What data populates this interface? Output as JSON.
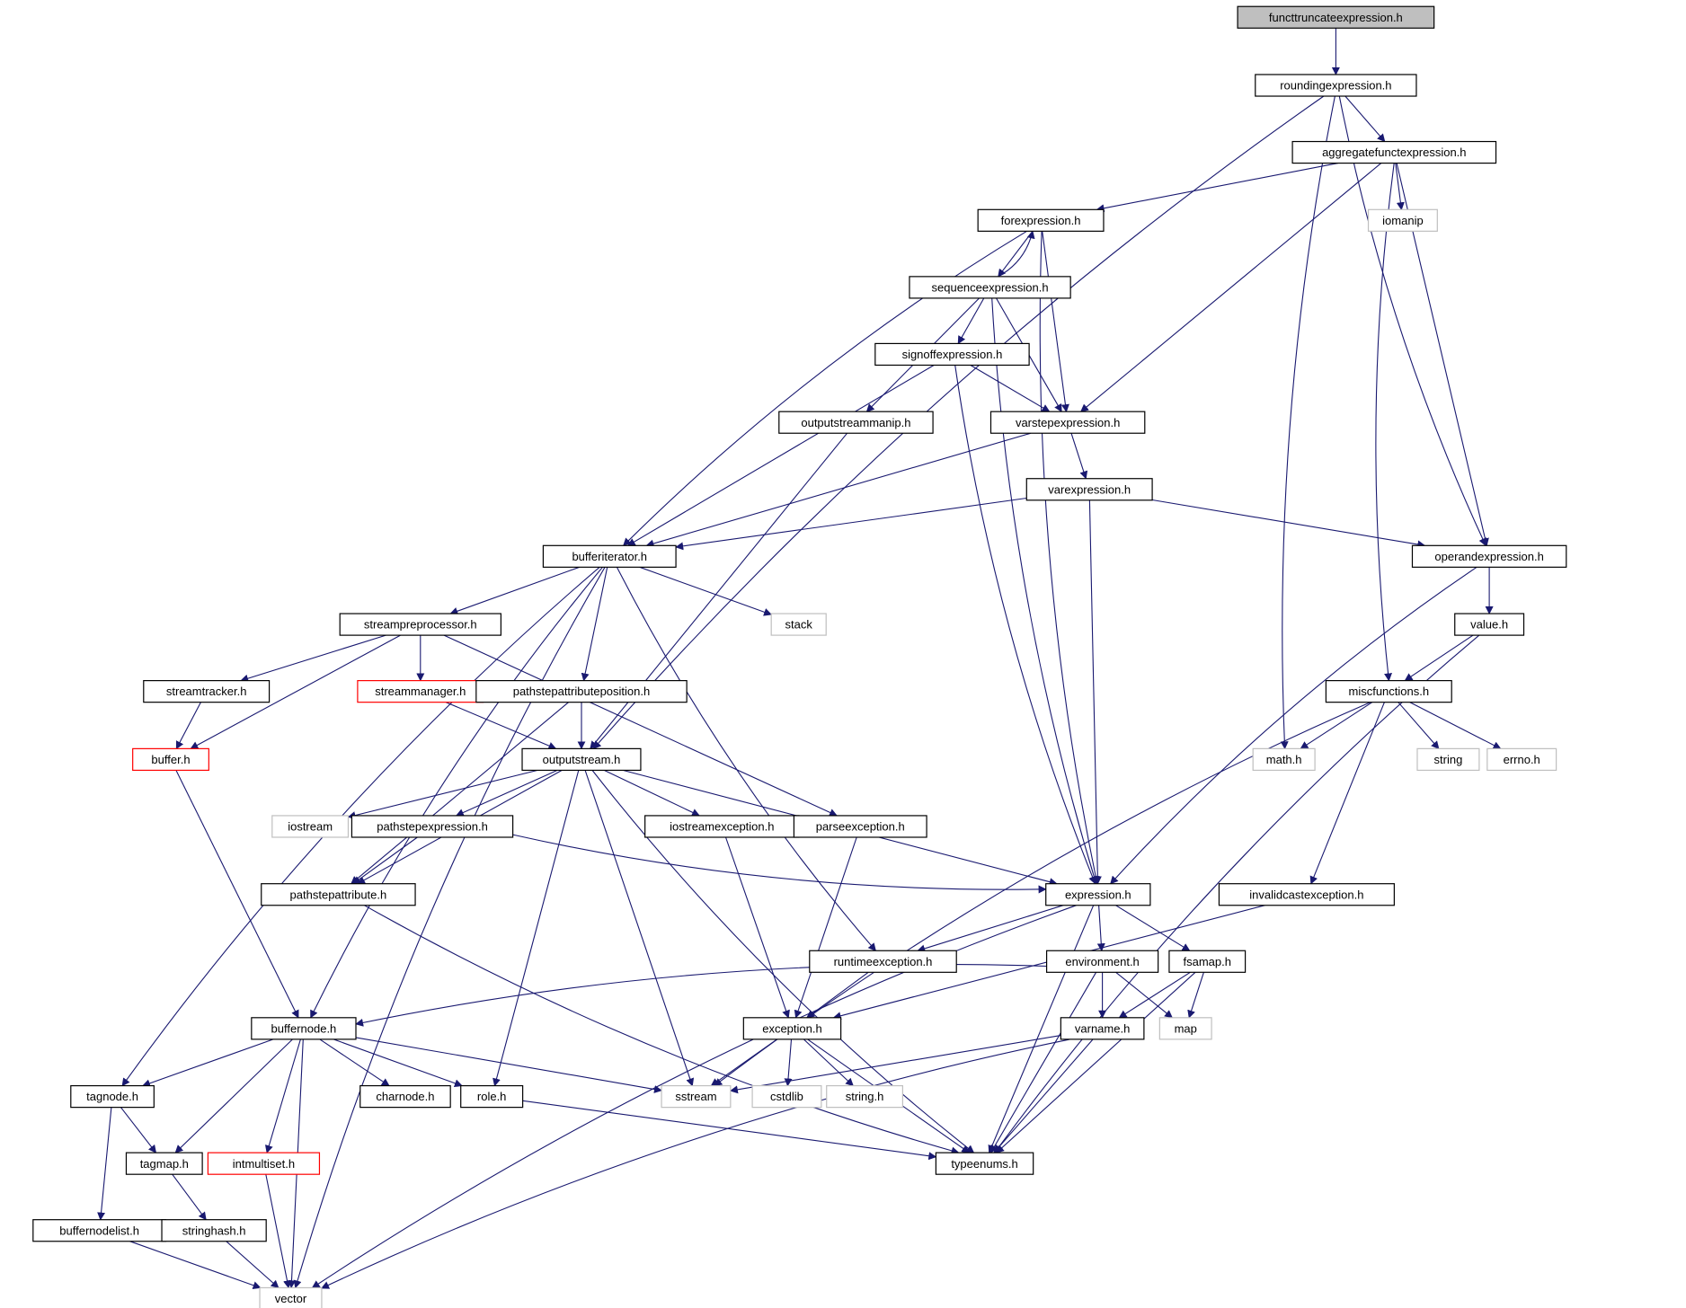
{
  "colors": {
    "edge": "#191970",
    "node_border": "#000000",
    "root_fill": "#bfbfbf",
    "system_border": "#bfbfbf",
    "missing_border": "#ff0000"
  },
  "nodes": [
    {
      "id": "functtruncateexpression",
      "label": "functtruncateexpression.h",
      "kind": "root"
    },
    {
      "id": "roundingexpression",
      "label": "roundingexpression.h",
      "kind": "local"
    },
    {
      "id": "aggregatefunctexpression",
      "label": "aggregatefunctexpression.h",
      "kind": "local"
    },
    {
      "id": "forexpression",
      "label": "forexpression.h",
      "kind": "local"
    },
    {
      "id": "iomanip",
      "label": "iomanip",
      "kind": "system"
    },
    {
      "id": "sequenceexpression",
      "label": "sequenceexpression.h",
      "kind": "local"
    },
    {
      "id": "signoffexpression",
      "label": "signoffexpression.h",
      "kind": "local"
    },
    {
      "id": "outputstreammanip",
      "label": "outputstreammanip.h",
      "kind": "local"
    },
    {
      "id": "varstepexpression",
      "label": "varstepexpression.h",
      "kind": "local"
    },
    {
      "id": "varexpression",
      "label": "varexpression.h",
      "kind": "local"
    },
    {
      "id": "bufferiterator",
      "label": "bufferiterator.h",
      "kind": "local"
    },
    {
      "id": "operandexpression",
      "label": "operandexpression.h",
      "kind": "local"
    },
    {
      "id": "streampreprocessor",
      "label": "streampreprocessor.h",
      "kind": "local"
    },
    {
      "id": "stack",
      "label": "stack",
      "kind": "system"
    },
    {
      "id": "value",
      "label": "value.h",
      "kind": "local"
    },
    {
      "id": "streamtracker",
      "label": "streamtracker.h",
      "kind": "local"
    },
    {
      "id": "streammanager",
      "label": "streammanager.h",
      "kind": "missing"
    },
    {
      "id": "pathstepattributeposition",
      "label": "pathstepattributeposition.h",
      "kind": "local"
    },
    {
      "id": "miscfunctions",
      "label": "miscfunctions.h",
      "kind": "local"
    },
    {
      "id": "buffer",
      "label": "buffer.h",
      "kind": "missing"
    },
    {
      "id": "outputstream",
      "label": "outputstream.h",
      "kind": "local"
    },
    {
      "id": "mathh",
      "label": "math.h",
      "kind": "system"
    },
    {
      "id": "string",
      "label": "string",
      "kind": "system"
    },
    {
      "id": "errnoh",
      "label": "errno.h",
      "kind": "system"
    },
    {
      "id": "iostream",
      "label": "iostream",
      "kind": "system"
    },
    {
      "id": "pathstepexpression",
      "label": "pathstepexpression.h",
      "kind": "local"
    },
    {
      "id": "iostreamexception",
      "label": "iostreamexception.h",
      "kind": "local"
    },
    {
      "id": "parseexception",
      "label": "parseexception.h",
      "kind": "local"
    },
    {
      "id": "pathstepattribute",
      "label": "pathstepattribute.h",
      "kind": "local"
    },
    {
      "id": "expression",
      "label": "expression.h",
      "kind": "local"
    },
    {
      "id": "invalidcastexception",
      "label": "invalidcastexception.h",
      "kind": "local"
    },
    {
      "id": "runtimeexception",
      "label": "runtimeexception.h",
      "kind": "local"
    },
    {
      "id": "environment",
      "label": "environment.h",
      "kind": "local"
    },
    {
      "id": "fsamap",
      "label": "fsamap.h",
      "kind": "local"
    },
    {
      "id": "buffernode",
      "label": "buffernode.h",
      "kind": "local"
    },
    {
      "id": "exception",
      "label": "exception.h",
      "kind": "local"
    },
    {
      "id": "varname",
      "label": "varname.h",
      "kind": "local"
    },
    {
      "id": "map",
      "label": "map",
      "kind": "system"
    },
    {
      "id": "tagnode",
      "label": "tagnode.h",
      "kind": "local"
    },
    {
      "id": "charnode",
      "label": "charnode.h",
      "kind": "local"
    },
    {
      "id": "role",
      "label": "role.h",
      "kind": "local"
    },
    {
      "id": "sstream",
      "label": "sstream",
      "kind": "system"
    },
    {
      "id": "cstdlib",
      "label": "cstdlib",
      "kind": "system"
    },
    {
      "id": "stringh",
      "label": "string.h",
      "kind": "system"
    },
    {
      "id": "tagmap",
      "label": "tagmap.h",
      "kind": "local"
    },
    {
      "id": "intmultiset",
      "label": "intmultiset.h",
      "kind": "missing"
    },
    {
      "id": "typeenums",
      "label": "typeenums.h",
      "kind": "local"
    },
    {
      "id": "buffernodelist",
      "label": "buffernodelist.h",
      "kind": "local"
    },
    {
      "id": "stringhash",
      "label": "stringhash.h",
      "kind": "local"
    },
    {
      "id": "vector",
      "label": "vector",
      "kind": "system"
    }
  ],
  "edges": [
    [
      "functtruncateexpression",
      "roundingexpression"
    ],
    [
      "roundingexpression",
      "aggregatefunctexpression"
    ],
    [
      "roundingexpression",
      "outputstream"
    ],
    [
      "roundingexpression",
      "mathh"
    ],
    [
      "roundingexpression",
      "operandexpression"
    ],
    [
      "aggregatefunctexpression",
      "forexpression"
    ],
    [
      "aggregatefunctexpression",
      "iomanip"
    ],
    [
      "aggregatefunctexpression",
      "varstepexpression"
    ],
    [
      "aggregatefunctexpression",
      "operandexpression"
    ],
    [
      "aggregatefunctexpression",
      "miscfunctions"
    ],
    [
      "forexpression",
      "sequenceexpression"
    ],
    [
      "forexpression",
      "bufferiterator"
    ],
    [
      "forexpression",
      "varstepexpression"
    ],
    [
      "forexpression",
      "expression"
    ],
    [
      "sequenceexpression",
      "forexpression"
    ],
    [
      "sequenceexpression",
      "signoffexpression"
    ],
    [
      "sequenceexpression",
      "outputstreammanip"
    ],
    [
      "sequenceexpression",
      "varstepexpression"
    ],
    [
      "sequenceexpression",
      "expression"
    ],
    [
      "signoffexpression",
      "varstepexpression"
    ],
    [
      "signoffexpression",
      "bufferiterator"
    ],
    [
      "signoffexpression",
      "expression"
    ],
    [
      "outputstreammanip",
      "outputstream"
    ],
    [
      "varstepexpression",
      "varexpression"
    ],
    [
      "varstepexpression",
      "bufferiterator"
    ],
    [
      "varexpression",
      "bufferiterator"
    ],
    [
      "varexpression",
      "operandexpression"
    ],
    [
      "varexpression",
      "expression"
    ],
    [
      "operandexpression",
      "value"
    ],
    [
      "operandexpression",
      "expression"
    ],
    [
      "value",
      "miscfunctions"
    ],
    [
      "value",
      "typeenums"
    ],
    [
      "miscfunctions",
      "mathh"
    ],
    [
      "miscfunctions",
      "string"
    ],
    [
      "miscfunctions",
      "errnoh"
    ],
    [
      "miscfunctions",
      "invalidcastexception"
    ],
    [
      "miscfunctions",
      "sstream"
    ],
    [
      "bufferiterator",
      "streampreprocessor"
    ],
    [
      "bufferiterator",
      "stack"
    ],
    [
      "bufferiterator",
      "pathstepattributeposition"
    ],
    [
      "bufferiterator",
      "runtimeexception"
    ],
    [
      "bufferiterator",
      "buffernode"
    ],
    [
      "bufferiterator",
      "tagnode"
    ],
    [
      "bufferiterator",
      "vector"
    ],
    [
      "streampreprocessor",
      "streamtracker"
    ],
    [
      "streampreprocessor",
      "streammanager"
    ],
    [
      "streampreprocessor",
      "buffer"
    ],
    [
      "streampreprocessor",
      "parseexception"
    ],
    [
      "streamtracker",
      "buffer"
    ],
    [
      "streammanager",
      "outputstream"
    ],
    [
      "pathstepattributeposition",
      "outputstream"
    ],
    [
      "pathstepattributeposition",
      "pathstepattribute"
    ],
    [
      "buffer",
      "buffernode"
    ],
    [
      "outputstream",
      "iostream"
    ],
    [
      "outputstream",
      "pathstepexpression"
    ],
    [
      "outputstream",
      "iostreamexception"
    ],
    [
      "outputstream",
      "pathstepattribute"
    ],
    [
      "outputstream",
      "expression"
    ],
    [
      "outputstream",
      "role"
    ],
    [
      "outputstream",
      "sstream"
    ],
    [
      "outputstream",
      "typeenums"
    ],
    [
      "pathstepexpression",
      "pathstepattribute"
    ],
    [
      "pathstepexpression",
      "expression"
    ],
    [
      "pathstepattribute",
      "typeenums"
    ],
    [
      "iostreamexception",
      "exception"
    ],
    [
      "parseexception",
      "exception"
    ],
    [
      "invalidcastexception",
      "exception"
    ],
    [
      "expression",
      "runtimeexception"
    ],
    [
      "expression",
      "environment"
    ],
    [
      "expression",
      "fsamap"
    ],
    [
      "expression",
      "typeenums"
    ],
    [
      "expression",
      "vector"
    ],
    [
      "runtimeexception",
      "exception"
    ],
    [
      "environment",
      "varname"
    ],
    [
      "environment",
      "map"
    ],
    [
      "environment",
      "buffernode"
    ],
    [
      "environment",
      "typeenums"
    ],
    [
      "fsamap",
      "varname"
    ],
    [
      "fsamap",
      "map"
    ],
    [
      "fsamap",
      "typeenums"
    ],
    [
      "varname",
      "sstream"
    ],
    [
      "varname",
      "typeenums"
    ],
    [
      "varname",
      "vector"
    ],
    [
      "exception",
      "sstream"
    ],
    [
      "exception",
      "cstdlib"
    ],
    [
      "exception",
      "stringh"
    ],
    [
      "exception",
      "typeenums"
    ],
    [
      "buffernode",
      "tagnode"
    ],
    [
      "buffernode",
      "tagmap"
    ],
    [
      "buffernode",
      "intmultiset"
    ],
    [
      "buffernode",
      "charnode"
    ],
    [
      "buffernode",
      "role"
    ],
    [
      "buffernode",
      "sstream"
    ],
    [
      "buffernode",
      "vector"
    ],
    [
      "tagnode",
      "tagmap"
    ],
    [
      "tagnode",
      "buffernodelist"
    ],
    [
      "tagmap",
      "stringhash"
    ],
    [
      "intmultiset",
      "vector"
    ],
    [
      "role",
      "typeenums"
    ],
    [
      "buffernodelist",
      "vector"
    ],
    [
      "stringhash",
      "vector"
    ]
  ]
}
